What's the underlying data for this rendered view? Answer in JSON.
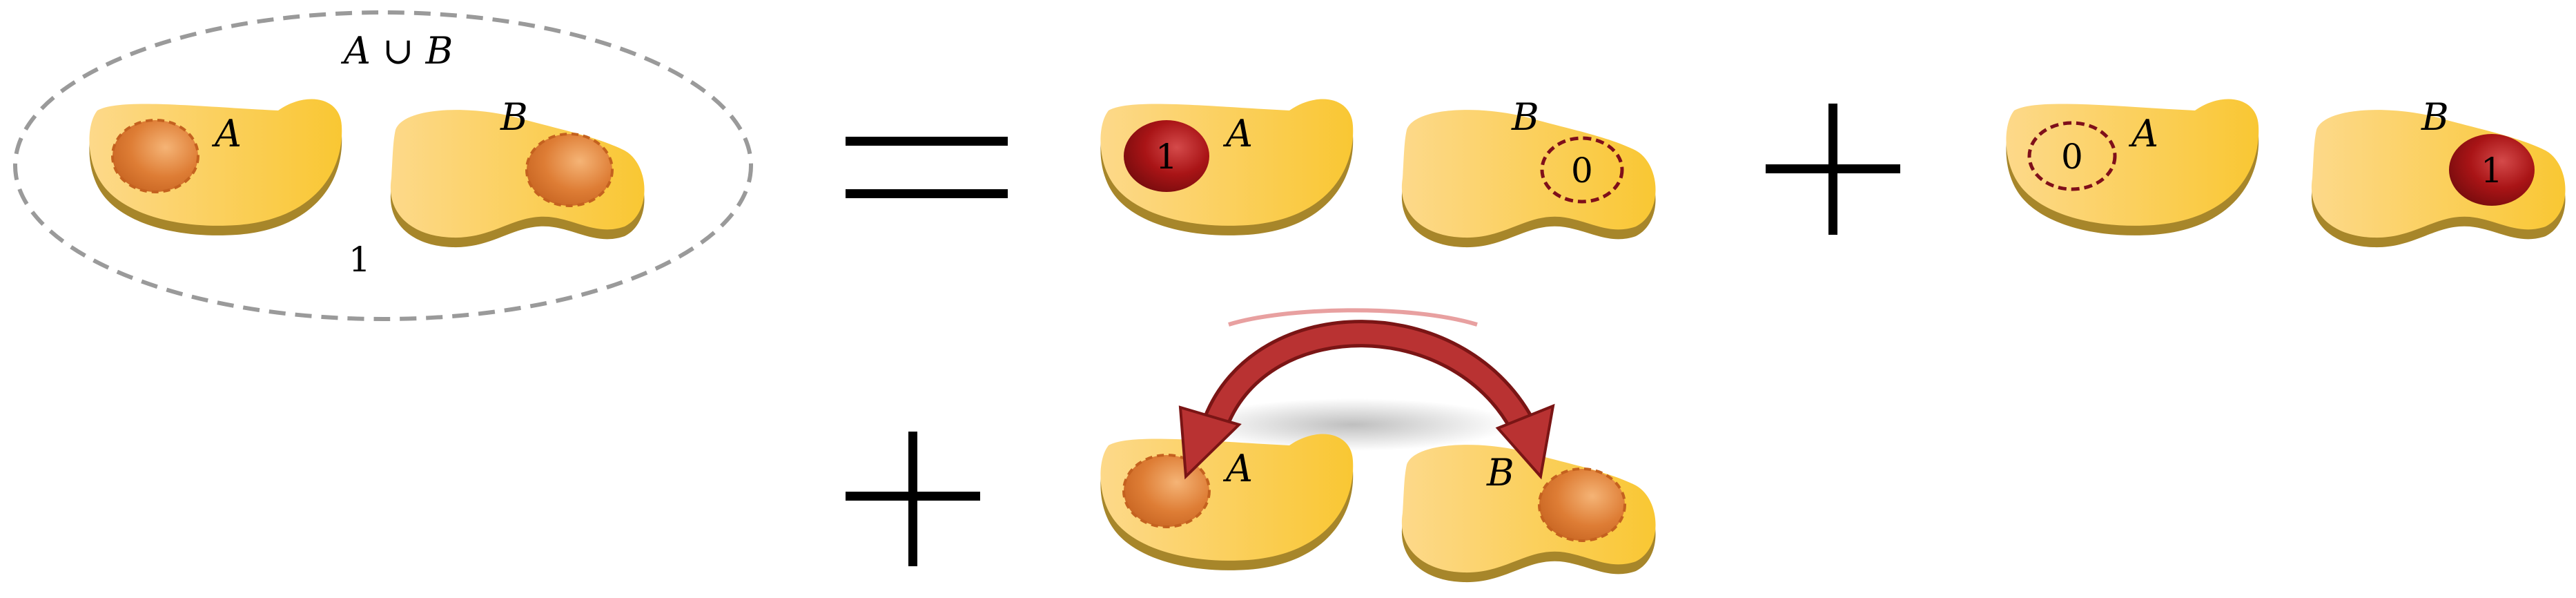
{
  "union_label": "A ∪ B",
  "union_value": "1",
  "label_a": "A",
  "label_b": "B",
  "term1_a_value": "1",
  "term1_b_value": "0",
  "term2_a_value": "0",
  "term2_b_value": "1",
  "colors": {
    "bean_light": "#fde08f",
    "bean_dark": "#f8c531",
    "bean_rim": "#a7862a",
    "spot_orange": "#d8742c",
    "spot_red": "#a30f12",
    "dashed_red": "#7f0f1a",
    "ellipse_gray": "#9a9a9a",
    "arrow_red": "#b32c2c"
  }
}
